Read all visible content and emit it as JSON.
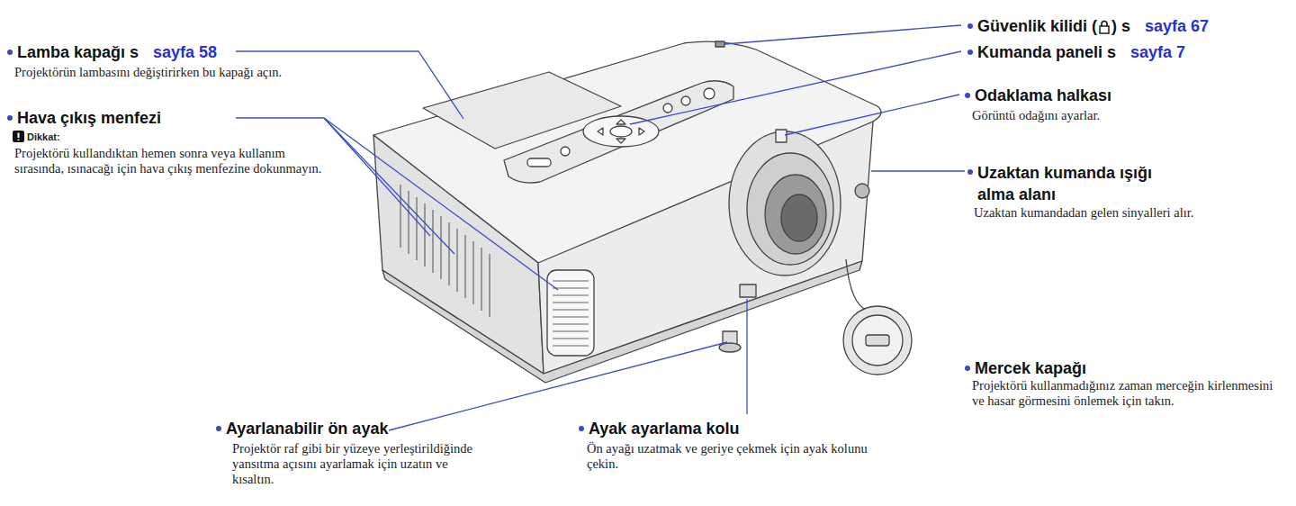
{
  "diagram": {
    "labels": [
      "Lamba kapağı s",
      "sayfa 58",
      "Projektörün lambasını değiştirirken bu kapağı açın.",
      "Hava çıkış menfezi",
      "Dikkat:",
      "Projektörü kullandıktan hemen sonra veya kullanım sırasında, ısınacağı için hava çıkış menfezine dokunmayın.",
      "Ayarlanabilir ön ayak",
      "Projektör raf gibi bir yüzeye yerleştirildiğinde yansıtma açısını ayarlamak için uzatın ve kısaltın.",
      "Ayak ayarlama kolu",
      "Ön ayağı uzatmak ve geriye çekmek için ayak kolunu çekin.",
      "Güvenlik kilidi (",
      ") s",
      "sayfa 67",
      "Kumanda paneli s",
      "sayfa 7",
      "Odaklama halkası",
      "Görüntü odağını ayarlar.",
      "Uzaktan kumanda ışığı alma alanı",
      "Uzaktan kumandadan gelen sinyalleri alır.",
      "Mercek kapağı",
      "Projektörü kullanmadığınız zaman merceğin kirlenmesini ve hasar görmesini önlemek için takın."
    ]
  }
}
